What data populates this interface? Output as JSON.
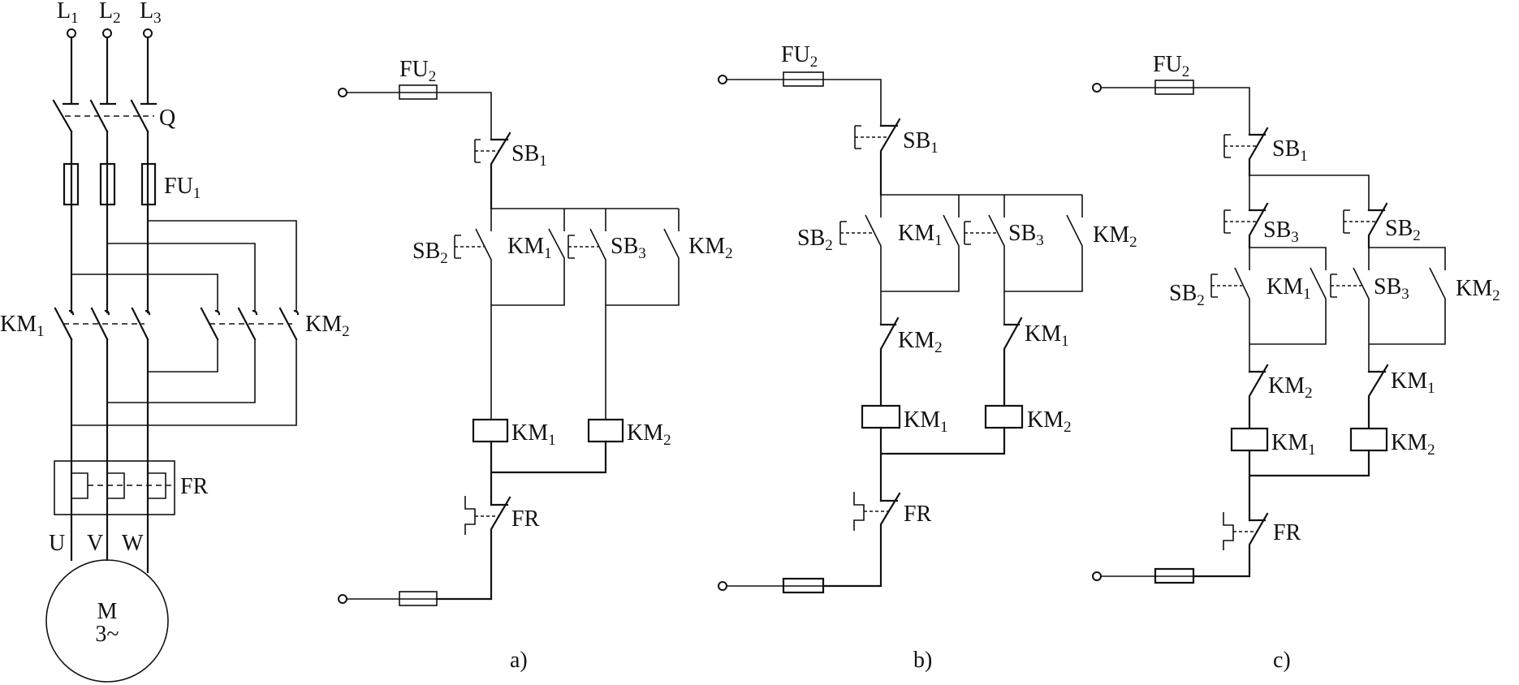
{
  "figure": {
    "main_circuit": {
      "phases": [
        {
          "base": "L",
          "sub": "1"
        },
        {
          "base": "L",
          "sub": "2"
        },
        {
          "base": "L",
          "sub": "3"
        }
      ],
      "switch": "Q",
      "fuse": {
        "base": "FU",
        "sub": "1"
      },
      "km1": {
        "base": "KM",
        "sub": "1"
      },
      "km2": {
        "base": "KM",
        "sub": "2"
      },
      "overload": "FR",
      "terminals": [
        "U",
        "V",
        "W"
      ],
      "motor": {
        "name": "M",
        "phase": "3~"
      }
    },
    "panels": [
      {
        "caption": "a)",
        "fuse": {
          "base": "FU",
          "sub": "2"
        },
        "stop": {
          "base": "SB",
          "sub": "1"
        },
        "fwd_button": {
          "base": "SB",
          "sub": "2"
        },
        "fwd_hold": {
          "base": "KM",
          "sub": "1"
        },
        "rev_button": {
          "base": "SB",
          "sub": "3"
        },
        "rev_hold": {
          "base": "KM",
          "sub": "2"
        },
        "coil1": {
          "base": "KM",
          "sub": "1"
        },
        "coil2": {
          "base": "KM",
          "sub": "2"
        },
        "overload": "FR"
      },
      {
        "caption": "b)",
        "fuse": {
          "base": "FU",
          "sub": "2"
        },
        "stop": {
          "base": "SB",
          "sub": "1"
        },
        "fwd_button": {
          "base": "SB",
          "sub": "2"
        },
        "fwd_hold": {
          "base": "KM",
          "sub": "1"
        },
        "rev_button": {
          "base": "SB",
          "sub": "3"
        },
        "rev_hold": {
          "base": "KM",
          "sub": "2"
        },
        "interlock1": {
          "base": "KM",
          "sub": "2"
        },
        "interlock2": {
          "base": "KM",
          "sub": "1"
        },
        "coil1": {
          "base": "KM",
          "sub": "1"
        },
        "coil2": {
          "base": "KM",
          "sub": "2"
        },
        "overload": "FR"
      },
      {
        "caption": "c)",
        "fuse": {
          "base": "FU",
          "sub": "2"
        },
        "stop": {
          "base": "SB",
          "sub": "1"
        },
        "nc1": {
          "base": "SB",
          "sub": "3"
        },
        "nc2": {
          "base": "SB",
          "sub": "2"
        },
        "fwd_button": {
          "base": "SB",
          "sub": "2"
        },
        "fwd_hold": {
          "base": "KM",
          "sub": "1"
        },
        "rev_button": {
          "base": "SB",
          "sub": "3"
        },
        "rev_hold": {
          "base": "KM",
          "sub": "2"
        },
        "interlock1": {
          "base": "KM",
          "sub": "2"
        },
        "interlock2": {
          "base": "KM",
          "sub": "1"
        },
        "coil1": {
          "base": "KM",
          "sub": "1"
        },
        "coil2": {
          "base": "KM",
          "sub": "2"
        },
        "overload": "FR"
      }
    ]
  }
}
